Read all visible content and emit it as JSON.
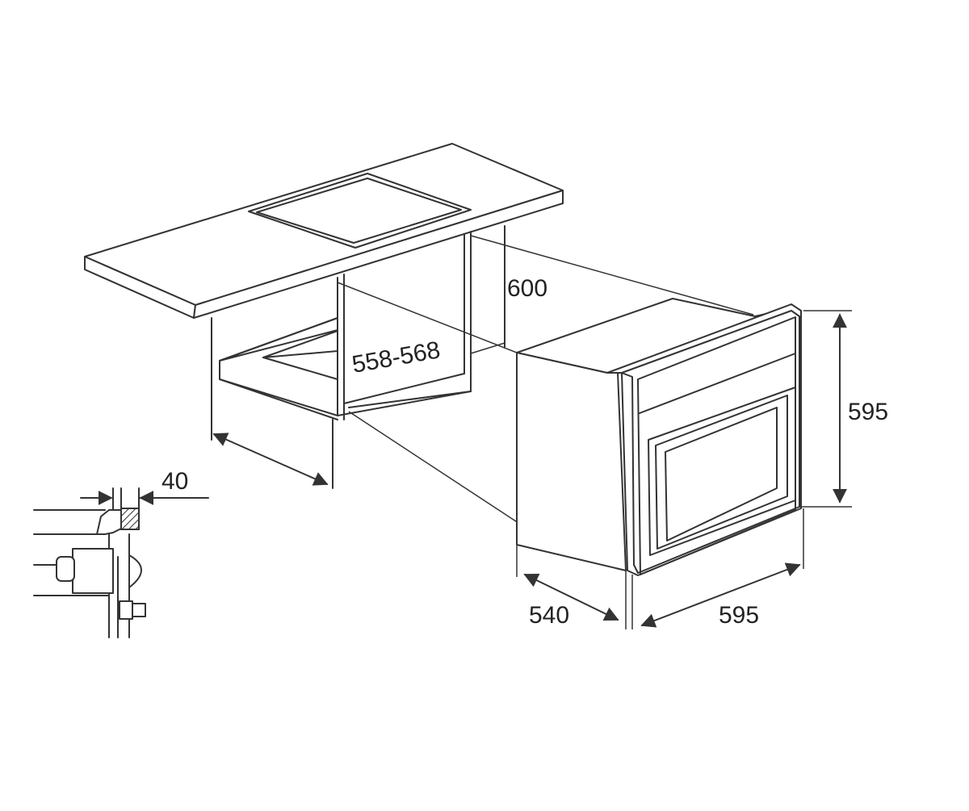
{
  "diagram": {
    "colors": {
      "line": "#333333",
      "text": "#222222",
      "background": "#ffffff"
    },
    "dimensions": {
      "height_cutout": "600",
      "depth_cutout": "558-568",
      "clearance": "40",
      "oven_height": "595",
      "oven_depth": "540",
      "oven_width": "595"
    }
  }
}
